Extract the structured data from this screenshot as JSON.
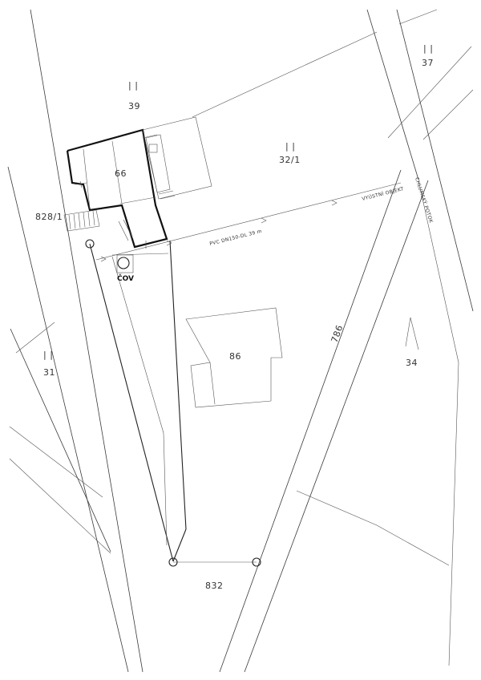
{
  "parcels": {
    "p39": "39",
    "p37": "37",
    "p32_1": "32/1",
    "p828_1": "828/1",
    "p66": "66",
    "p86": "86",
    "p31": "31",
    "p34": "34",
    "p786": "786",
    "p832": "832"
  },
  "annotations": {
    "pipe": "PVC DN150-DL 39 m",
    "outlet": "VYÚSTNÍ OBJEKT",
    "stream": "CHLUMSKÝ POTOK",
    "wwtp": "ČOV",
    "parcel_mark": "| |"
  }
}
